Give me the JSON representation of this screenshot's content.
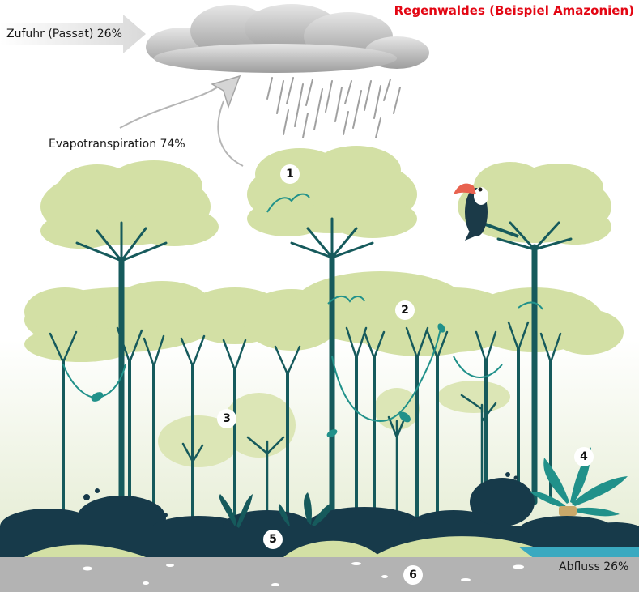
{
  "title": "Regenwaldes (Beispiel Amazonien)",
  "inflow_label": "Zufuhr (Passat) 26%",
  "evapo_label": "Evapotranspiration 74%",
  "outflow_label": "Abfluss 26%",
  "layers": [
    "1",
    "2",
    "3",
    "4",
    "5",
    "6"
  ],
  "colors": {
    "title": "#e30613",
    "canopy": "#d3e0a5",
    "trunk": "#165a5c",
    "ground": "#173a4a",
    "soil": "#b3b3b3",
    "water": "#3aa9c0"
  }
}
